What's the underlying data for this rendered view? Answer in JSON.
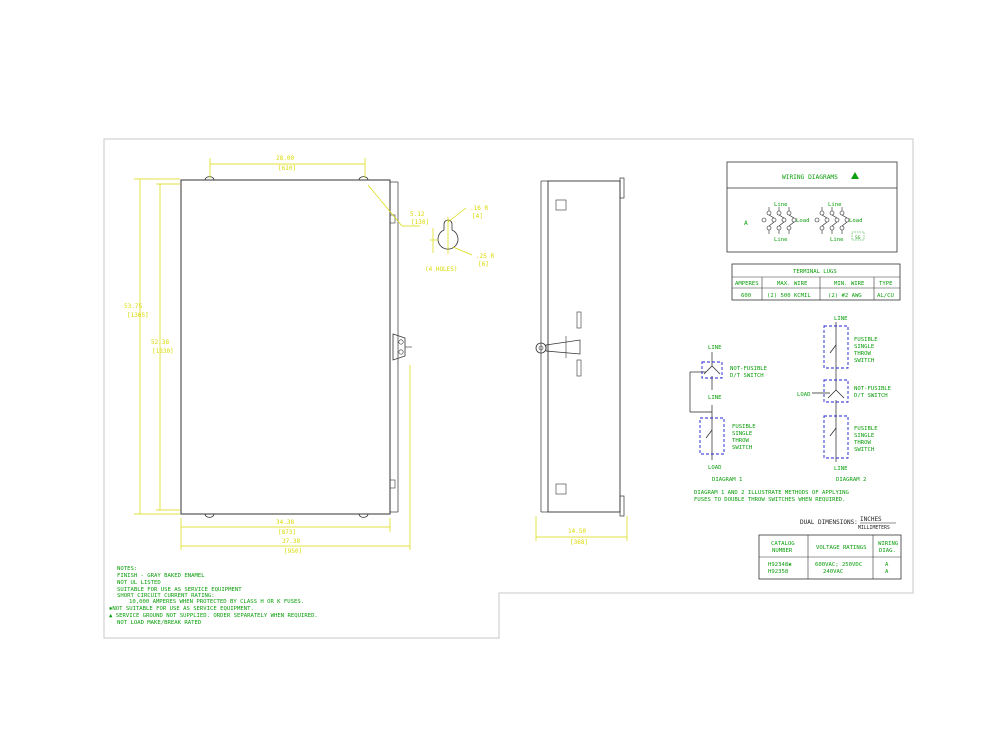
{
  "front_view": {
    "width_top": "28.00",
    "width_top_mm": "[610]",
    "height_outer": "53.75",
    "height_outer_mm": "[1365]",
    "height_inner": "52.38",
    "height_inner_mm": "[1330]",
    "width_bottom": "34.38",
    "width_bottom_mm": "[873]",
    "width_overall": "37.38",
    "width_overall_mm": "[950]"
  },
  "mounting_hole": {
    "dim_a": "5.12",
    "dim_a_mm": "[130]",
    "dia_top": ".16 R",
    "dia_top_mm": "[4]",
    "dia_bottom": ".25 R",
    "dia_bottom_mm": "[6]",
    "count": "(4 HOLES)"
  },
  "side_view": {
    "depth": "14.50",
    "depth_mm": "[368]"
  },
  "notes": {
    "lines": [
      "NOTES:",
      "FINISH - GRAY BAKED ENAMEL",
      "NOT UL LISTED",
      "SUITABLE FOR USE AS SERVICE EQUIPMENT",
      "SHORT CIRCUIT CURRENT RATING:",
      "10,000 AMPERES WHEN PROTECTED BY CLASS H OR K FUSES.",
      "✱NOT SUITABLE FOR USE AS SERVICE EQUIPMENT.",
      "▲ SERVICE GROUND NOT SUPPLIED.  ORDER SEPARATELY WHEN REQUIRED.",
      "NOT LOAD MAKE/BREAK RATED"
    ]
  },
  "wiring_diagrams": {
    "title": "WIRING DIAGRAMS",
    "diagram_letter": "A",
    "line_label_top": "Line",
    "line_label_bottom": "Line",
    "load_label": "Load",
    "line_label_top_2": "Line",
    "line_label_bottom_2": "Line",
    "load_label_2": "Load",
    "ground_label": "SG"
  },
  "terminal_lugs": {
    "title": "TERMINAL LUGS",
    "headers": [
      "AMPERES",
      "MAX. WIRE",
      "MIN. WIRE",
      "TYPE"
    ],
    "row": [
      "600",
      "(2)   500 KCMIL",
      "(2)   #2 AWG",
      "AL/CU"
    ]
  },
  "schematic_1": {
    "line": "LINE",
    "non_fusible": [
      "NOT-FUSIBLE",
      "D/T SWITCH"
    ],
    "line_2": "LINE",
    "fusible": [
      "FUSIBLE",
      "SINGLE",
      "THROW",
      "SWITCH"
    ],
    "load": "LOAD",
    "caption": "DIAGRAM 1"
  },
  "schematic_2": {
    "line": "LINE",
    "fusible_top": [
      "FUSIBLE",
      "SINGLE",
      "THROW",
      "SWITCH"
    ],
    "load": "LOAD",
    "non_fusible": [
      "NOT-FUSIBLE",
      "D/T SWITCH"
    ],
    "fusible_bottom": [
      "FUSIBLE",
      "SINGLE",
      "THROW",
      "SWITCH"
    ],
    "line_bottom": "LINE",
    "caption": "DIAGRAM 2"
  },
  "diagram_note": [
    "DIAGRAM 1 AND 2 ILLUSTRATE METHODS OF APPLYING",
    "FUSES TO DOUBLE THROW SWITCHES WHEN REQUIRED."
  ],
  "dual_dimensions": {
    "label": "DUAL DIMENSIONS:",
    "inches": "INCHES",
    "millimeters": "MILLIMETERS"
  },
  "catalog_table": {
    "headers": [
      "CATALOG NUMBER",
      "VOLTAGE RATINGS",
      "WIRING DIAG."
    ],
    "header_lines": [
      [
        "CATALOG",
        "NUMBER"
      ],
      [
        "VOLTAGE  RATINGS"
      ],
      [
        "WIRING",
        "DIAG."
      ]
    ],
    "catalog": [
      "H92348✱",
      "H92358"
    ],
    "voltage": [
      "600VAC; 250VDC",
      "240VAC"
    ],
    "wiring": [
      "A",
      "A"
    ]
  }
}
